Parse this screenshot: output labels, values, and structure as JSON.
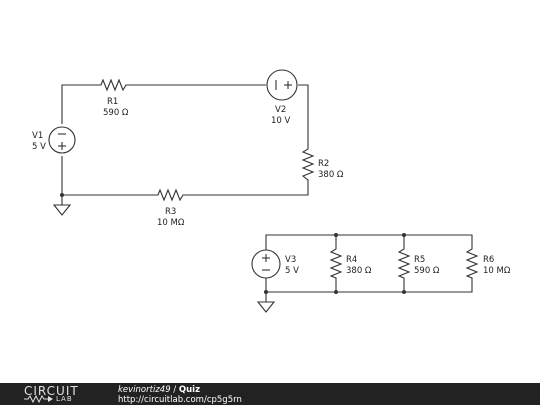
{
  "components": {
    "V1": {
      "name": "V1",
      "value": "5 V"
    },
    "R1": {
      "name": "R1",
      "value": "590 Ω"
    },
    "V2": {
      "name": "V2",
      "value": "10 V"
    },
    "R2": {
      "name": "R2",
      "value": "380 Ω"
    },
    "R3": {
      "name": "R3",
      "value": "10 MΩ"
    },
    "V3": {
      "name": "V3",
      "value": "5 V"
    },
    "R4": {
      "name": "R4",
      "value": "380 Ω"
    },
    "R5": {
      "name": "R5",
      "value": "590 Ω"
    },
    "R6": {
      "name": "R6",
      "value": "10 MΩ"
    }
  },
  "footer": {
    "logo_top": "CIRCUIT",
    "logo_bottom": "LAB",
    "author": "kevinortiz49",
    "separator": " / ",
    "title": "Quiz",
    "url": "http://circuitlab.com/cp5g5rn"
  }
}
